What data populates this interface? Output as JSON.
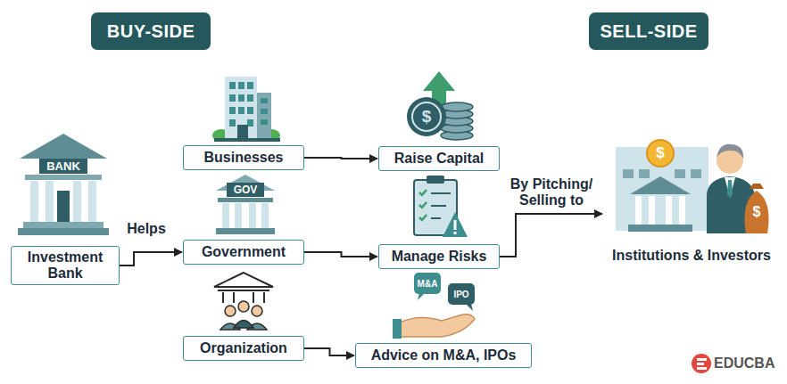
{
  "diagram": {
    "nodes": [
      {
        "text": [
          "BUY-SIDE"
        ]
      },
      {
        "text": [
          "SELL-SIDE"
        ]
      },
      {
        "text": [
          "Investment Bank"
        ]
      },
      {
        "text": [
          "Businesses"
        ]
      },
      {
        "text": [
          "Government"
        ]
      },
      {
        "text": [
          "Organization"
        ]
      },
      {
        "text": [
          "Raise Capital"
        ]
      },
      {
        "text": [
          "Manage Risks"
        ]
      },
      {
        "text": [
          "Advice on M&A, IPOs"
        ]
      },
      {
        "text": [
          "Institutions & Investors"
        ]
      }
    ],
    "edges": [
      {
        "from": 2,
        "to": 4,
        "label": "Helps",
        "arrow": "to"
      },
      {
        "from": 3,
        "to": 6,
        "arrow": "to"
      },
      {
        "from": 4,
        "to": 7,
        "arrow": "to"
      },
      {
        "from": 5,
        "to": 8,
        "arrow": "to"
      },
      {
        "from": 7,
        "to": 9,
        "label": "By Pitching/ Selling to",
        "arrow": "to"
      }
    ],
    "labels": [
      "BANK",
      "GOV",
      "M&A",
      "IPO",
      "$",
      "$",
      "$",
      "EDUCBA"
    ]
  }
}
